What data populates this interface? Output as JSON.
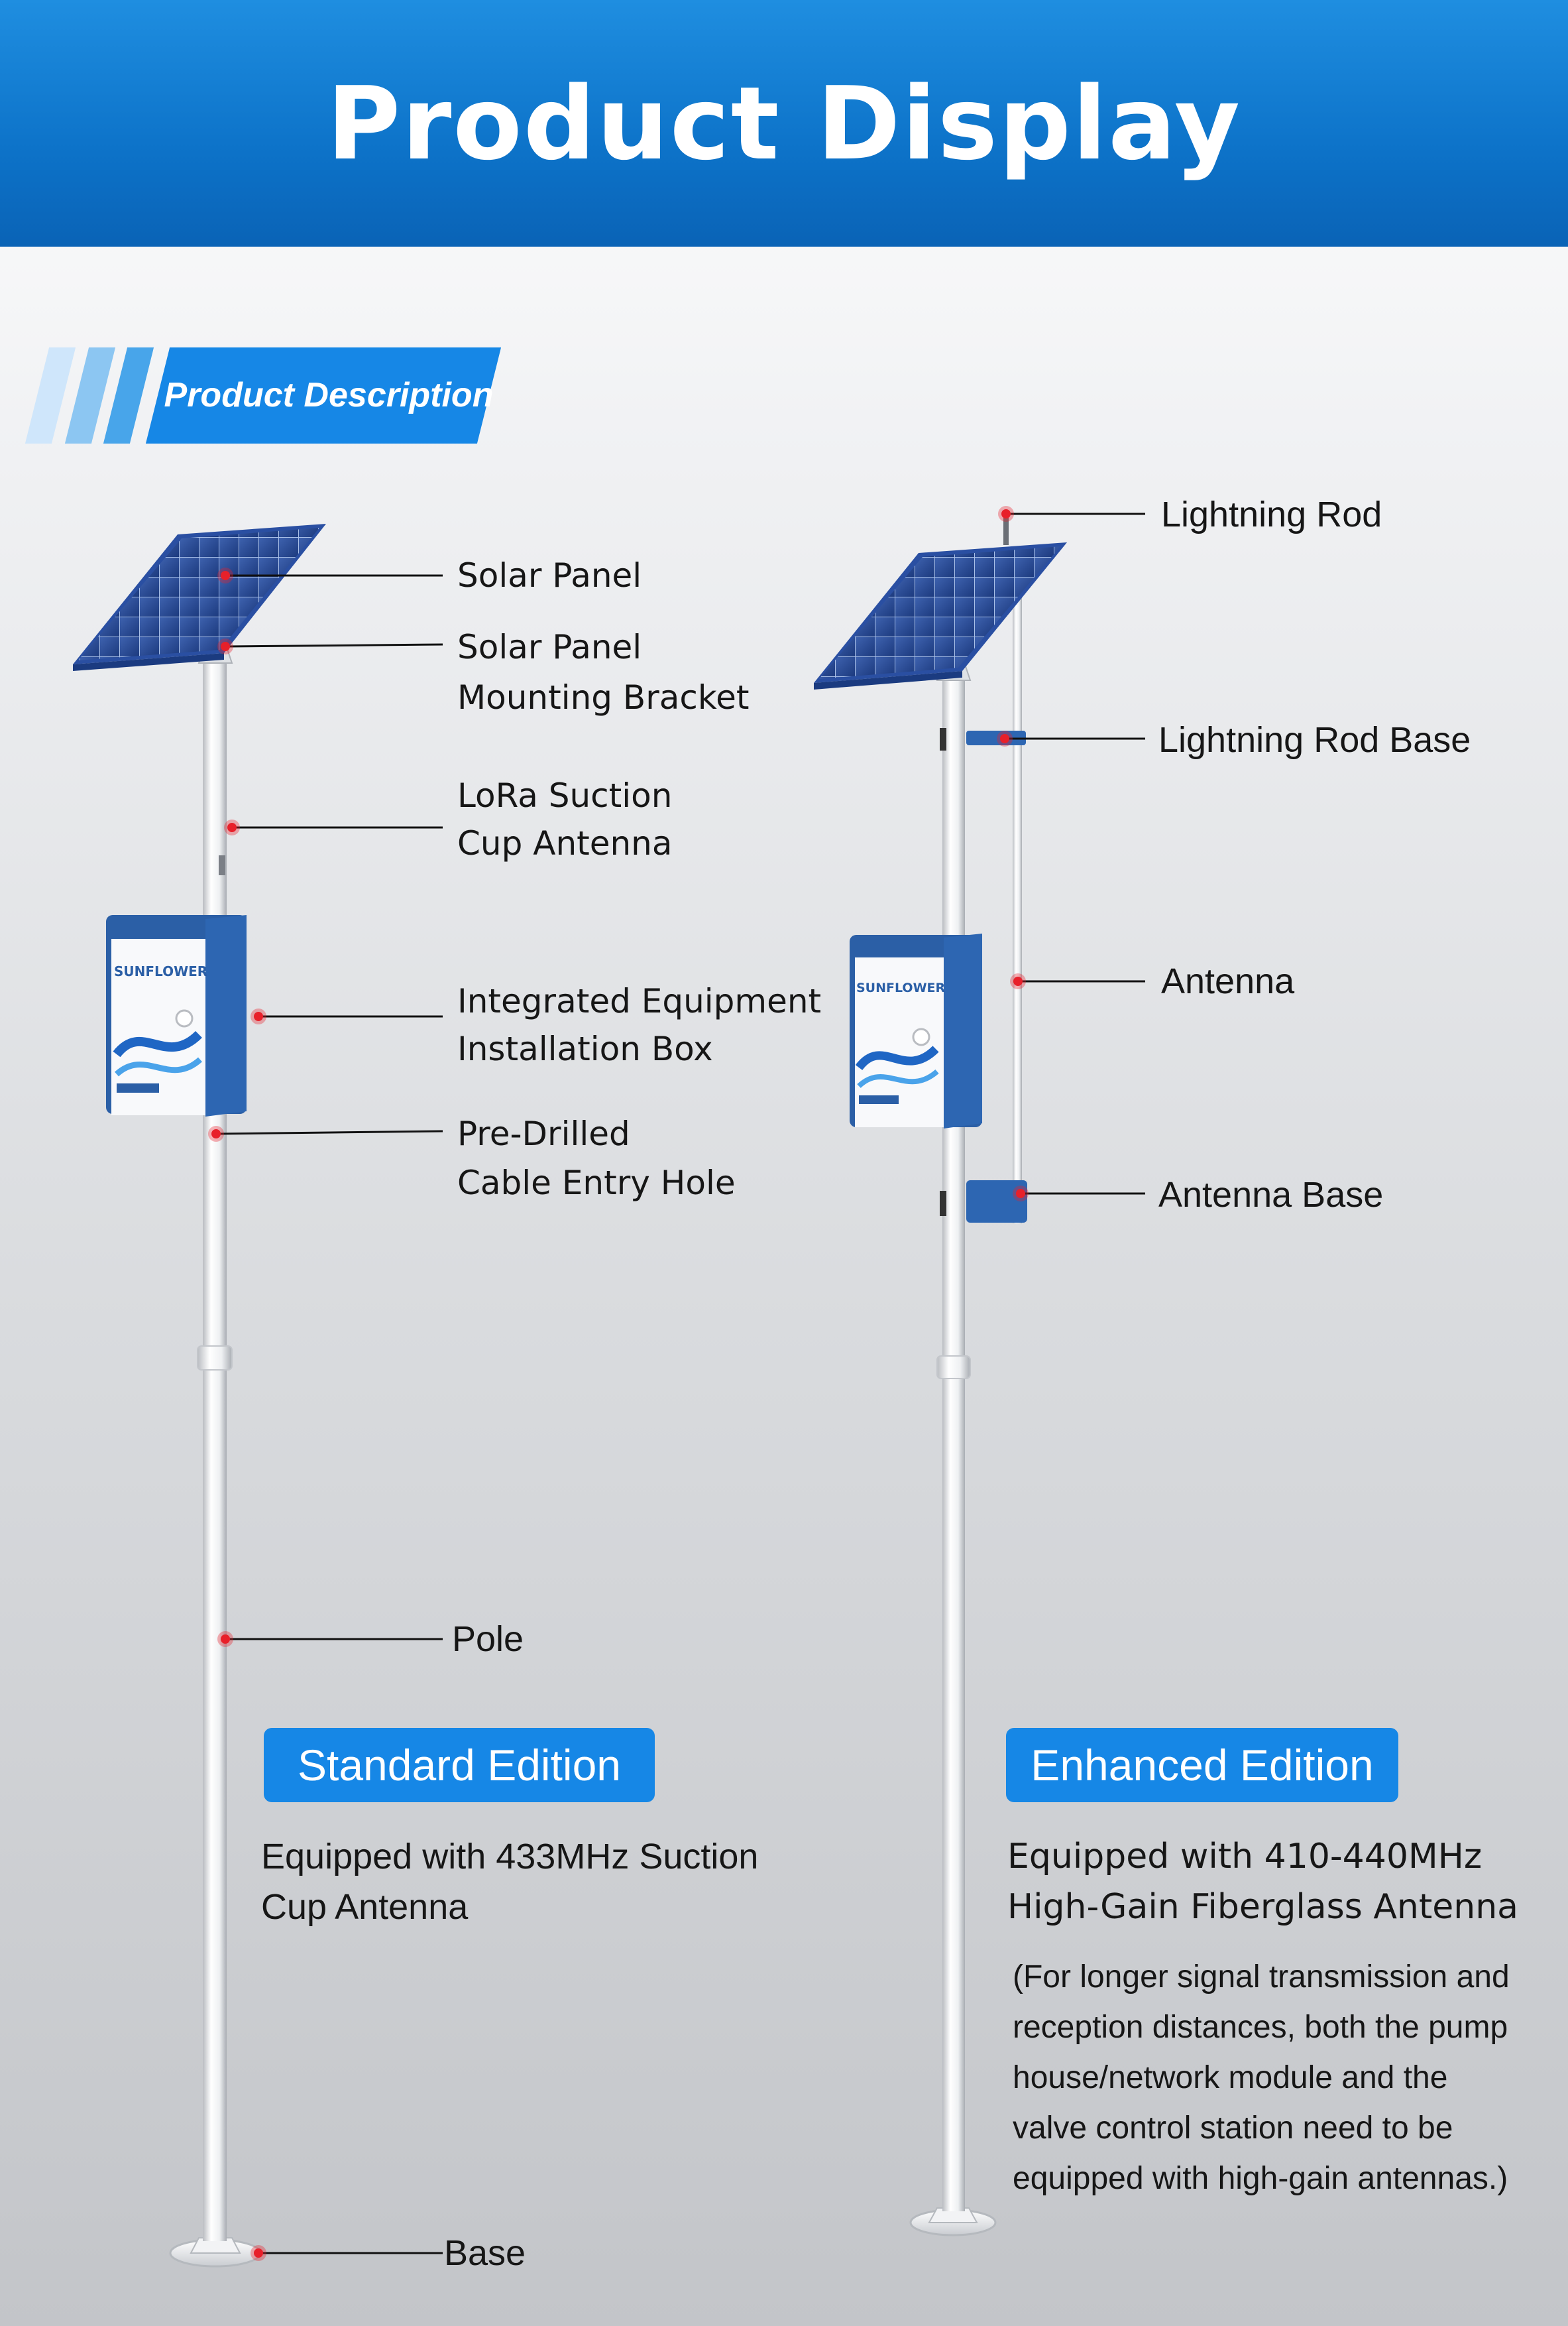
{
  "header": {
    "title": "Product Display"
  },
  "section_badge": {
    "label": "Product Description"
  },
  "standard": {
    "brand": "SUNFLOWER",
    "callouts": {
      "solar_panel": "Solar Panel",
      "bracket_1": "Solar Panel",
      "bracket_2": "Mounting Bracket",
      "lora_1": "LoRa Suction",
      "lora_2": "Cup Antenna",
      "box_1": "Integrated Equipment",
      "box_2": "Installation Box",
      "hole_1": "Pre-Drilled",
      "hole_2": "Cable Entry Hole",
      "pole": "Pole",
      "base": "Base"
    },
    "edition": "Standard Edition",
    "desc_1": "Equipped with 433MHz Suction",
    "desc_2": "Cup Antenna"
  },
  "enhanced": {
    "brand": "SUNFLOWER",
    "callouts": {
      "lightning_rod": "Lightning Rod",
      "lightning_rod_base": "Lightning Rod Base",
      "antenna": "Antenna",
      "antenna_base": "Antenna Base"
    },
    "edition": "Enhanced Edition",
    "desc_1": "Equipped with 410-440MHz",
    "desc_2": "High-Gain Fiberglass Antenna",
    "note_1": "(For longer signal transmission and",
    "note_2": "reception distances, both the pump",
    "note_3": "house/network module and the",
    "note_4": "valve control station need to be",
    "note_5": "equipped with high-gain antennas.)"
  },
  "colors": {
    "accent": "#1687e6",
    "header": "#0d73c9",
    "dot": "#e8202a"
  }
}
